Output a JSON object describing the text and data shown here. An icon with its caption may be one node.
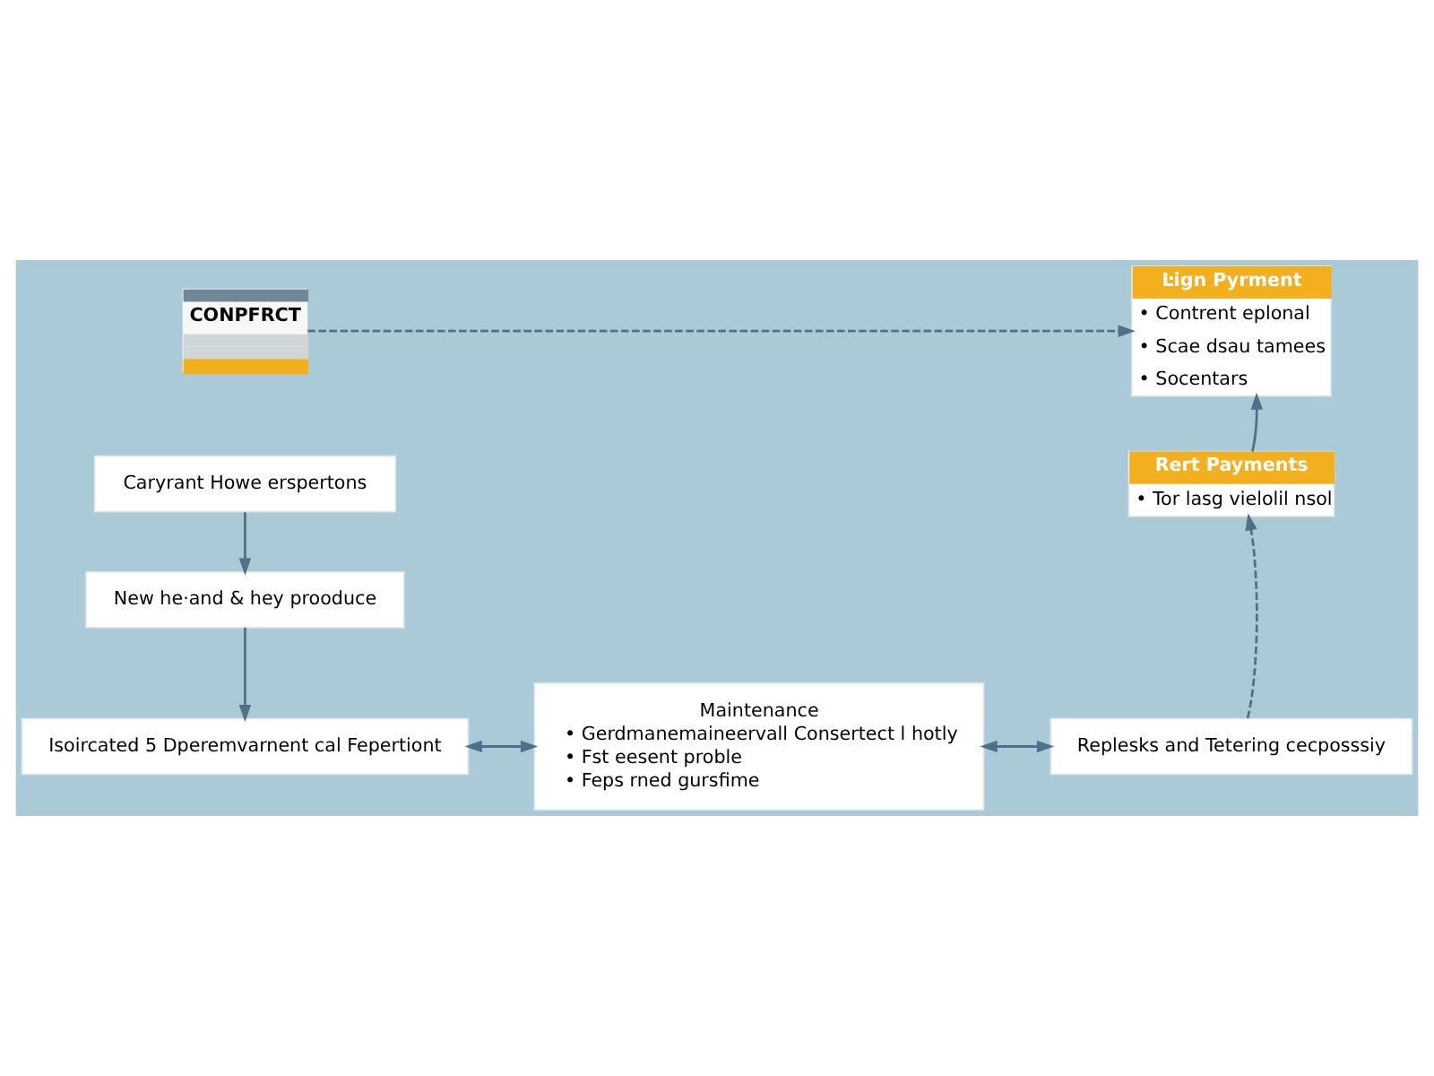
{
  "diagram": {
    "nodes": [
      {
        "text": [
          "CONPFRCT"
        ]
      },
      {
        "text": [
          "Ŀign Pyrment",
          "• Contrent eplonal",
          "• Scae dsau tamees",
          "• Socentars"
        ]
      },
      {
        "text": [
          "Rert Payments",
          "• Tor lasg vielolil nsol"
        ]
      },
      {
        "text": [
          "Caryrant Howe erspertons"
        ]
      },
      {
        "text": [
          "New he·and & hey prooduce"
        ]
      },
      {
        "text": [
          "Isoircated 5 Dperemvarnent cal Fepertiont"
        ]
      },
      {
        "text": [
          "Maintenance",
          "• Gerdmanemaineervall Consertect l hotly",
          "• Fst eesent proble",
          "• Feps rned gursfime"
        ]
      },
      {
        "text": [
          "Replesks and Tetering cecposssiy"
        ]
      }
    ],
    "edges": [
      {
        "from": 0,
        "to": 1,
        "arrow": "to",
        "style": "dashed"
      },
      {
        "from": 2,
        "to": 1,
        "arrow": "to"
      },
      {
        "from": 3,
        "to": 4,
        "arrow": "to"
      },
      {
        "from": 4,
        "to": 5,
        "arrow": "to"
      },
      {
        "from": 5,
        "to": 6,
        "arrow": "both"
      },
      {
        "from": 6,
        "to": 7,
        "arrow": "both"
      },
      {
        "from": 7,
        "to": 2,
        "arrow": "to",
        "style": "dashed"
      }
    ]
  }
}
